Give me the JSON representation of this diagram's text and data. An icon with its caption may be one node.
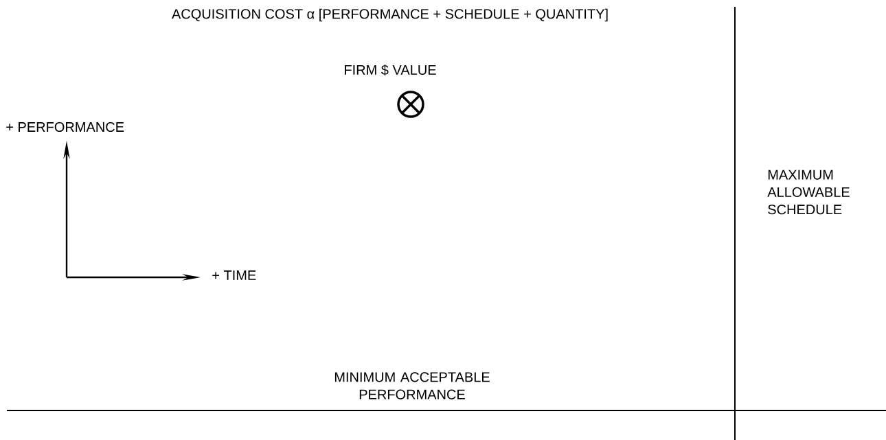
{
  "diagram": {
    "title": "ACQUISITION COST α [PERFORMANCE + SCHEDULE + QUANTITY]",
    "labels": [
      "FIRM $ VALUE",
      "+ PERFORMANCE",
      "MAXIMUM ALLOWABLE SCHEDULE",
      "+ TIME",
      "MINIMUM ACCEPTABLE PERFORMANCE"
    ]
  }
}
